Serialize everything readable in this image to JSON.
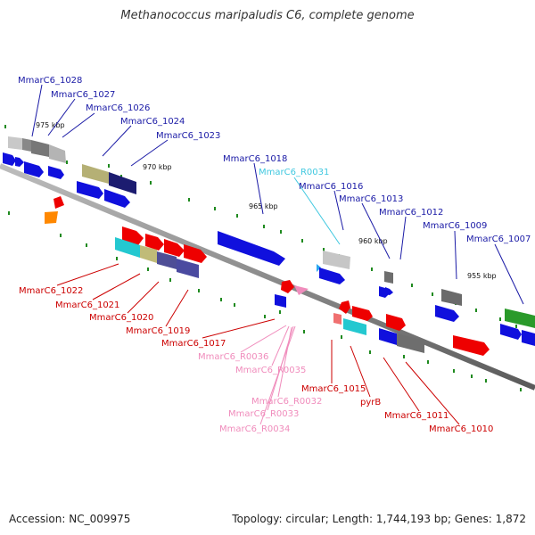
{
  "title": "Methanococcus maripaludis C6, complete genome",
  "footer": {
    "accession": "Accession: NC_009975",
    "topology": "Topology: circular; Length: 1,744,193 bp; Genes: 1,872"
  },
  "kbp_marks": [
    "975 kbp",
    "970 kbp",
    "965 kbp",
    "960 kbp",
    "955 kbp"
  ],
  "colors": {
    "top_labels": "#1a1aa6",
    "bottom_labels": "#cc0000",
    "rna_top": "#40c8e0",
    "rna_bottom": "#f08cbc",
    "backbone": "#888888"
  },
  "top_labels": [
    "MmarC6_1028",
    "MmarC6_1027",
    "MmarC6_1026",
    "MmarC6_1024",
    "MmarC6_1023",
    "MmarC6_1018",
    "MmarC6_R0031",
    "MmarC6_1016",
    "MmarC6_1013",
    "MmarC6_1012",
    "MmarC6_1009",
    "MmarC6_1007"
  ],
  "bottom_labels": [
    "MmarC6_1022",
    "MmarC6_1021",
    "MmarC6_1020",
    "MmarC6_1019",
    "MmarC6_1017",
    "MmarC6_R0036",
    "MmarC6_R0035",
    "MmarC6_R0032",
    "MmarC6_R0033",
    "MmarC6_R0034",
    "MmarC6_1015",
    "pyrB",
    "MmarC6_1011",
    "MmarC6_1010"
  ]
}
